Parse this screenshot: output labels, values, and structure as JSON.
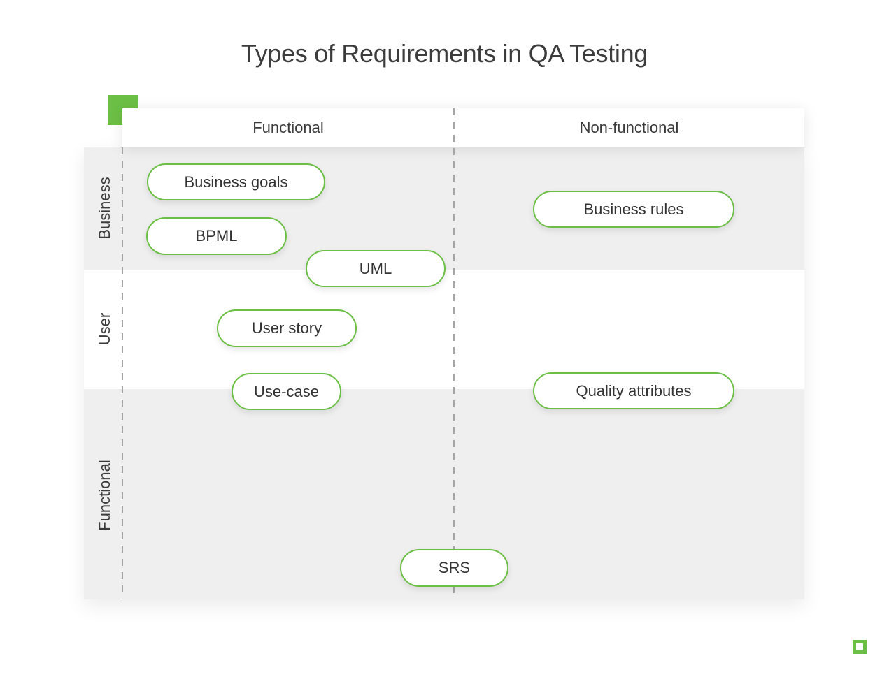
{
  "title": "Types of Requirements in QA Testing",
  "matrix": {
    "columns": [
      {
        "label": "Functional"
      },
      {
        "label": "Non-functional"
      }
    ],
    "rows": [
      {
        "label": "Business"
      },
      {
        "label": "User"
      },
      {
        "label": "Functional"
      }
    ],
    "items": [
      {
        "label": "Business goals",
        "column": "Functional",
        "rows": [
          "Business"
        ]
      },
      {
        "label": "BPML",
        "column": "Functional",
        "rows": [
          "Business"
        ]
      },
      {
        "label": "UML",
        "column": "Functional",
        "rows": [
          "Business",
          "User"
        ]
      },
      {
        "label": "Business rules",
        "column": "Non-functional",
        "rows": [
          "Business"
        ]
      },
      {
        "label": "User story",
        "column": "Functional",
        "rows": [
          "User"
        ]
      },
      {
        "label": "Use-case",
        "column": "Functional",
        "rows": [
          "User",
          "Functional"
        ]
      },
      {
        "label": "Quality attributes",
        "column": "Non-functional",
        "rows": [
          "User",
          "Functional"
        ]
      },
      {
        "label": "SRS",
        "column": "Functional / Non-functional",
        "rows": [
          "Functional"
        ]
      }
    ]
  },
  "decorations": {
    "top_left_square": "filled-green-square",
    "bottom_right_square": "outlined-green-square"
  },
  "colors": {
    "accent_green": "#6CBF45",
    "row_shade_gray": "#EFEFEF",
    "dash_gray": "#A5A5A5",
    "text_dark": "#3B3B3B",
    "background": "#FFFFFF"
  }
}
